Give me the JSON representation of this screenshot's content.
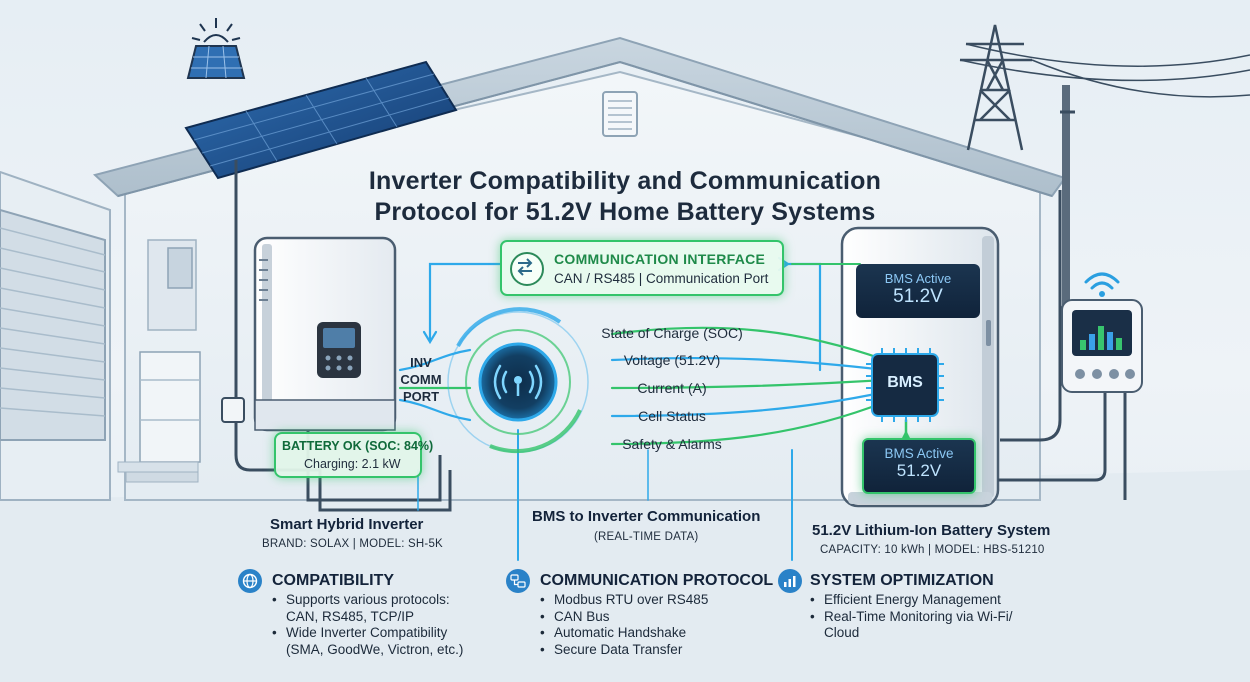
{
  "title": {
    "line1": "Inverter Compatibility and Communication",
    "line2": "Protocol for 51.2V Home Battery Systems"
  },
  "comm_interface": {
    "heading": "COMMUNICATION INTERFACE",
    "subtitle": "CAN / RS485 | Communication Port"
  },
  "inverter_port": {
    "line1": "INV",
    "line2": "COMM",
    "line3": "PORT"
  },
  "inverter_status": {
    "line1": "BATTERY OK (SOC: 84%)",
    "line2": "Charging: 2.1 kW"
  },
  "data_flows": [
    "State of Charge (SOC)",
    "Voltage (51.2V)",
    "Current (A)",
    "Cell Status",
    "Safety & Alarms"
  ],
  "battery": {
    "top_status": "BMS Active",
    "top_voltage": "51.2V",
    "chip_label": "BMS",
    "bottom_status": "BMS Active",
    "bottom_voltage": "51.2V"
  },
  "labels": {
    "inverter_name": "Smart Hybrid Inverter",
    "inverter_model": "BRAND: SOLAX | MODEL: SH-5K",
    "center_name": "BMS to Inverter Communication",
    "center_sub": "(REAL-TIME DATA)",
    "battery_name": "51.2V Lithium-Ion Battery System",
    "battery_model": "CAPACITY: 10 kWh | MODEL: HBS-51210"
  },
  "sections": {
    "compatibility": {
      "icon": "globe-icon",
      "title": "COMPATIBILITY",
      "items": [
        "Supports various protocols:",
        "CAN, RS485, TCP/IP",
        "Wide Inverter Compatibility",
        "(SMA, GoodWe, Victron, etc.)"
      ]
    },
    "protocol": {
      "icon": "network-icon",
      "title": "COMMUNICATION PROTOCOL",
      "items": [
        "Modbus RTU over RS485",
        "CAN Bus",
        "Automatic Handshake",
        "Secure Data Transfer"
      ]
    },
    "optimization": {
      "icon": "chart-icon",
      "title": "SYSTEM OPTIMIZATION",
      "items": [
        "Efficient Energy Management",
        "Real-Time Monitoring via Wi-Fi/",
        "Cloud"
      ]
    }
  },
  "colors": {
    "accent_blue": "#29a8e8",
    "accent_green": "#34c46b",
    "title_text": "#1d2b3d"
  }
}
